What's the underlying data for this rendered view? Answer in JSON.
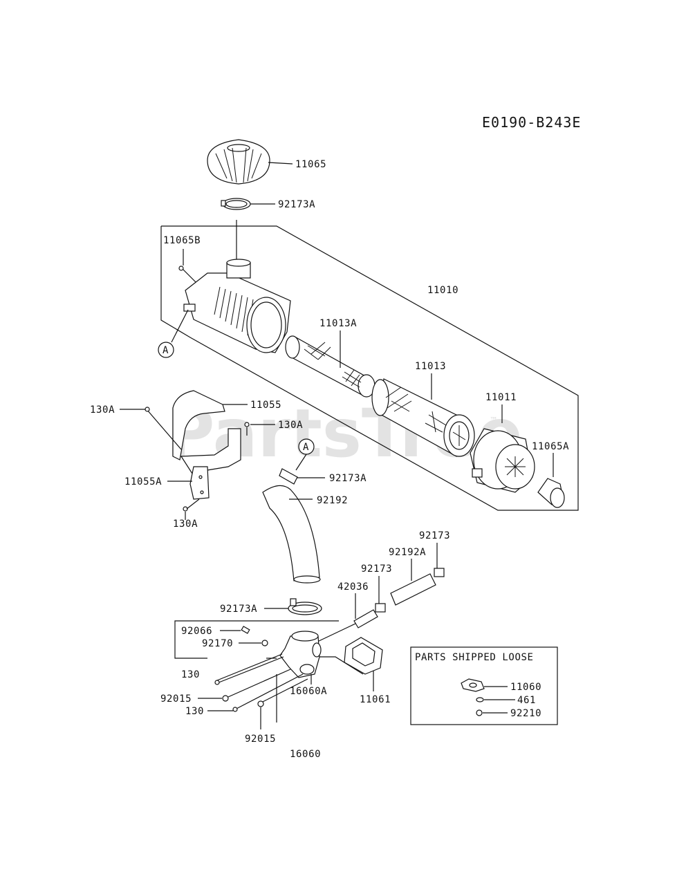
{
  "diagram_code": "E0190-B243E",
  "watermark": "PartsTree",
  "watermark_tm": "™",
  "parts_shipped_loose_title": "PARTS SHIPPED LOOSE",
  "callout_a": "A",
  "labels": {
    "p11065": "11065",
    "p92173A_top": "92173A",
    "p11065B": "11065B",
    "p11010": "11010",
    "p11013A": "11013A",
    "p11013": "11013",
    "p11011": "11011",
    "p11065A": "11065A",
    "p11055": "11055",
    "p130A_left": "130A",
    "p130A_mid": "130A",
    "p11055A": "11055A",
    "p130A_bottom": "130A",
    "p92173A_mid": "92173A",
    "p92192": "92192",
    "p92173_right": "92173",
    "p92192A": "92192A",
    "p92173_mid": "92173",
    "p42036": "42036",
    "p92173A_low": "92173A",
    "p92066": "92066",
    "p92170": "92170",
    "p130_upper": "130",
    "p92015_left": "92015",
    "p130_lower": "130",
    "p16060A": "16060A",
    "p11061": "11061",
    "p92015_bottom": "92015",
    "p16060": "16060",
    "p11060": "11060",
    "p461": "461",
    "p92210": "92210"
  }
}
